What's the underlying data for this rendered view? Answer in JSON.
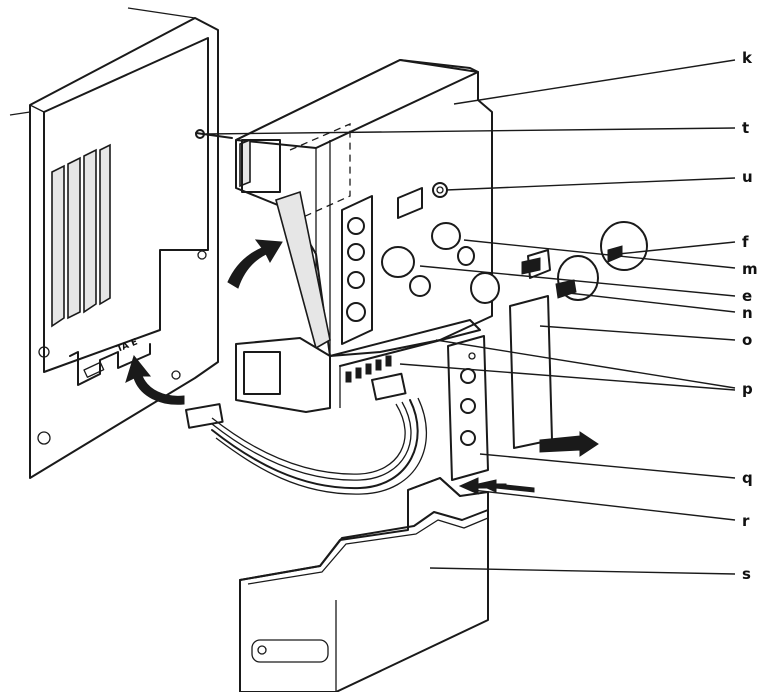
{
  "diagram": {
    "connector_marking": "TA E",
    "callouts": [
      {
        "id": "k",
        "label": "k"
      },
      {
        "id": "t",
        "label": "t"
      },
      {
        "id": "u",
        "label": "u"
      },
      {
        "id": "f",
        "label": "f"
      },
      {
        "id": "m",
        "label": "m"
      },
      {
        "id": "e",
        "label": "e"
      },
      {
        "id": "n",
        "label": "n"
      },
      {
        "id": "o",
        "label": "o"
      },
      {
        "id": "p",
        "label": "p"
      },
      {
        "id": "q",
        "label": "q"
      },
      {
        "id": "r",
        "label": "r"
      },
      {
        "id": "s",
        "label": "s"
      }
    ]
  }
}
